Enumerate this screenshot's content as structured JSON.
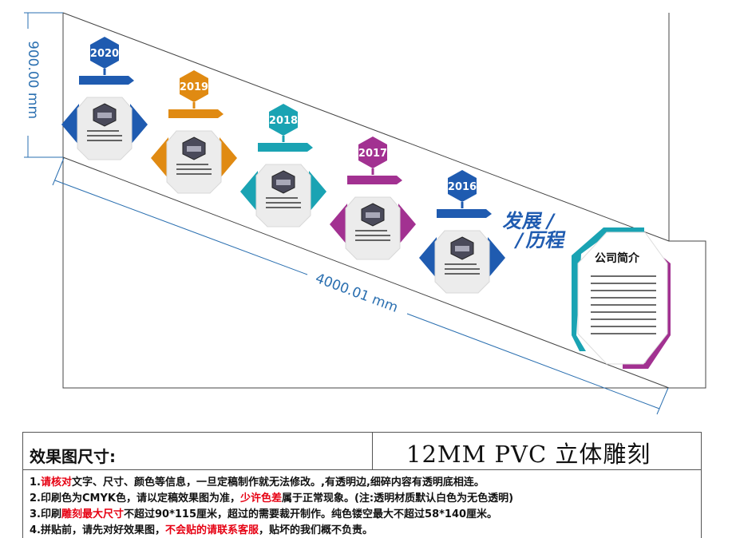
{
  "dimensions": {
    "height_label": "900.00 mm",
    "width_label": "4000.01 mm"
  },
  "title": {
    "line1": "发展",
    "line2": "历程",
    "slash": "/",
    "color": "#1f5bb0"
  },
  "milestones": [
    {
      "year": "2020",
      "color": "#1f5bb0"
    },
    {
      "year": "2019",
      "color": "#e08a12"
    },
    {
      "year": "2018",
      "color": "#1aa3b3"
    },
    {
      "year": "2017",
      "color": "#a23191"
    },
    {
      "year": "2016",
      "color": "#1f5bb0"
    }
  ],
  "intro_panel": {
    "title": "公司简介",
    "accent_teal": "#1aa3b3",
    "accent_purple": "#a23191"
  },
  "spec": {
    "label": "效果图尺寸:",
    "material": "12MM PVC 立体雕刻",
    "notes": [
      {
        "parts": [
          {
            "t": "1.",
            "r": false
          },
          {
            "t": "请核对",
            "r": true
          },
          {
            "t": "文字、尺寸、颜色等信息，一旦定稿制作就无法修改。,有透明边,细碎内容有透明底相连。",
            "r": false
          }
        ]
      },
      {
        "parts": [
          {
            "t": "2.印刷色为CMYK色，请以定稿效果图为准，",
            "r": false
          },
          {
            "t": "少许色差",
            "r": true
          },
          {
            "t": "属于正常现象。(注:透明材质默认白色为无色透明)",
            "r": false
          }
        ]
      },
      {
        "parts": [
          {
            "t": "3.印刷",
            "r": false
          },
          {
            "t": "雕刻最大尺寸",
            "r": true
          },
          {
            "t": "不超过90*115厘米，超过的需要裁开制作。纯色镂空最大不超过58*140厘米。",
            "r": false
          }
        ]
      },
      {
        "parts": [
          {
            "t": "4.拼贴前，请先对好效果图，",
            "r": false
          },
          {
            "t": "不会贴的请联系客服",
            "r": true
          },
          {
            "t": "，贴坏的我们概不负责。",
            "r": false
          }
        ]
      }
    ]
  }
}
